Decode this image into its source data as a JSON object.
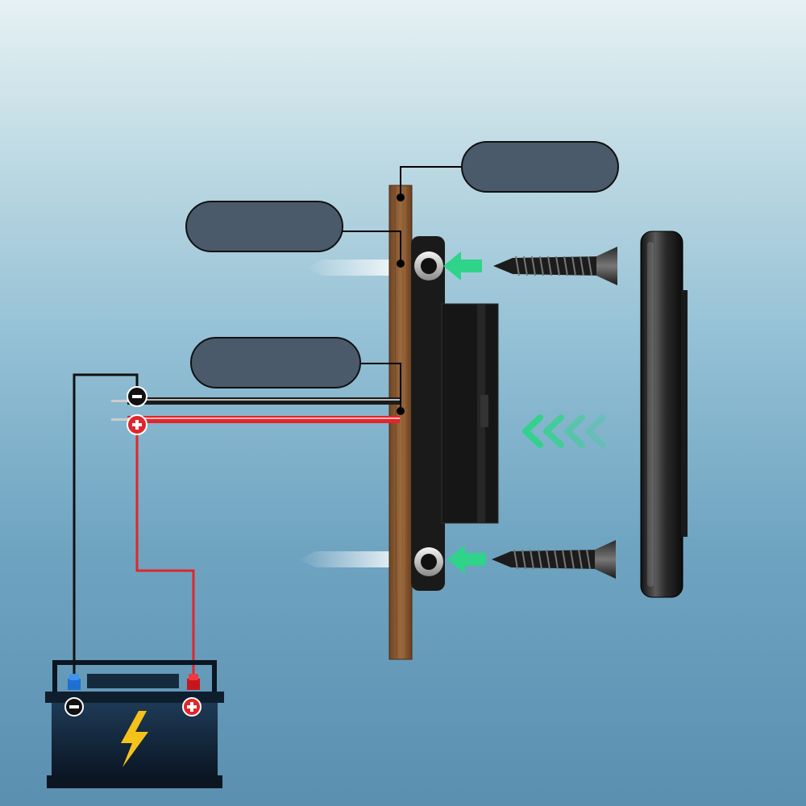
{
  "diagram": {
    "callouts": [
      {
        "id": "panel-callout",
        "label": ""
      },
      {
        "id": "screw-callout",
        "label": ""
      },
      {
        "id": "cable-callout",
        "label": ""
      }
    ],
    "battery": {
      "negative_symbol": "−",
      "positive_symbol": "+",
      "bolt_symbol": "lightning-bolt-icon"
    },
    "colors": {
      "negative_wire": "#111111",
      "positive_wire": "#e0262b",
      "panel_wood": "#8a5a32",
      "arrow_green": "#2fd38a",
      "callout_fill": "#4a5a6a"
    },
    "icons": [
      "screw-icon",
      "arrow-icon",
      "battery-icon",
      "terminal-icon"
    ]
  }
}
